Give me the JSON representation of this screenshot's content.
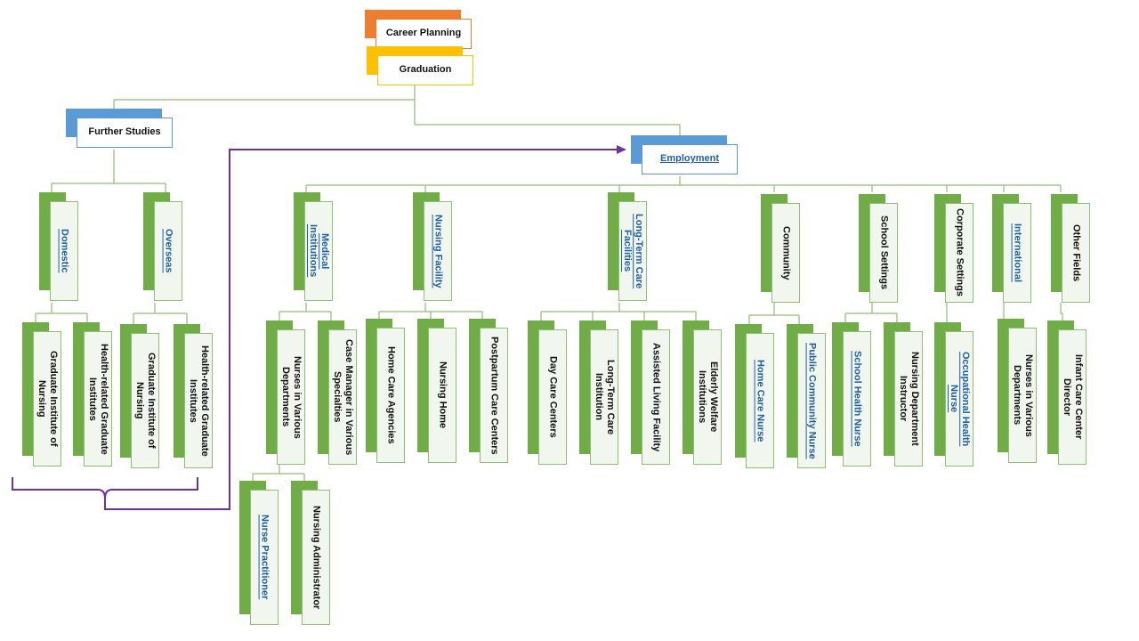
{
  "colors": {
    "career": "#ED7D31",
    "graduation": "#FFC000",
    "blue": "#5B9BD5",
    "green": "#70AD47",
    "connector": "#70AD47",
    "bracket": "#7030A0",
    "link": "#1F5FA8"
  },
  "root": {
    "career": "Career Planning",
    "graduation": "Graduation"
  },
  "further": {
    "title": "Further Studies",
    "domestic": "Domestic",
    "overseas": "Overseas",
    "domestic_items": [
      "Graduate Institute of Nursing",
      "Health-related Graduate Institutes"
    ],
    "overseas_items": [
      "Graduate Institute of Nursing",
      "Health-related Graduate Institutes"
    ]
  },
  "employment": {
    "title": "Employment",
    "categories": [
      "Medical Institutions",
      "Nursing Facility",
      "Long-Term Care Facilities",
      "Community",
      "School Settings",
      "Corporate Settings",
      "International",
      "Other Fields"
    ],
    "medical": [
      "Nurses in Various Departments",
      "Case Manager in Various Specialties"
    ],
    "medical_sub": [
      "Nurse Practitioner",
      "Nursing Administrator"
    ],
    "nursing_facility": [
      "Home Care Agencies",
      "Nursing Home",
      "Postpartum Care Centers"
    ],
    "long_term": [
      "Day Care Centers",
      "Long-Term Care Institution",
      "Assisted Living Facility",
      "Elderly Welfare Institutions"
    ],
    "community": [
      "Home Care Nurse",
      "Public Community Nurse"
    ],
    "school": [
      "School Health Nurse",
      "Nursing Department Instructor"
    ],
    "corporate": [
      "Occupational Health Nurse"
    ],
    "international": [
      "Nurses in Various Departments"
    ],
    "other": [
      "Infant Care Center Director"
    ]
  }
}
